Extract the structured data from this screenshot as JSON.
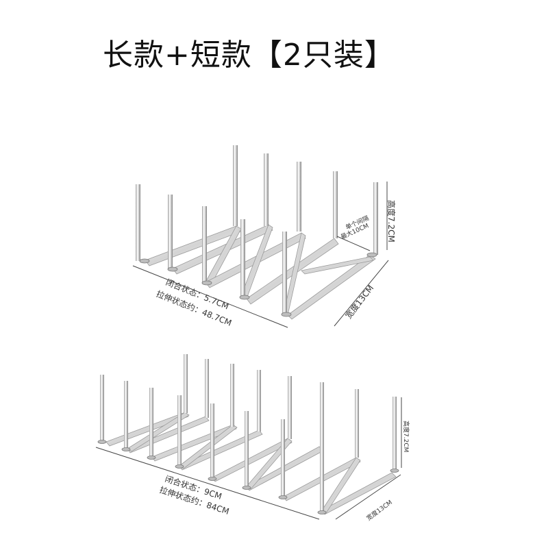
{
  "title": "长款+短款【2只装】",
  "long_rack": {
    "height_label": "高度7.2CM",
    "gap_label_line1": "单个间隔",
    "gap_label_line2": "最大10CM",
    "width_label": "宽度13CM",
    "closed_label": "闭合状态：5.7CM",
    "extended_label": "拉伸状态约：48.7CM",
    "post_count": 10
  },
  "short_rack": {
    "height_label": "高度7.2CM",
    "width_label": "宽度13CM",
    "closed_label": "闭合状态：9CM",
    "extended_label": "拉伸状态约：84CM",
    "post_count": 16
  },
  "colors": {
    "steel_light": "#f2f2f2",
    "steel_mid": "#c8c8c8",
    "steel_dark": "#8a8a8a",
    "dimension_line": "#444444",
    "text": "#111111"
  }
}
